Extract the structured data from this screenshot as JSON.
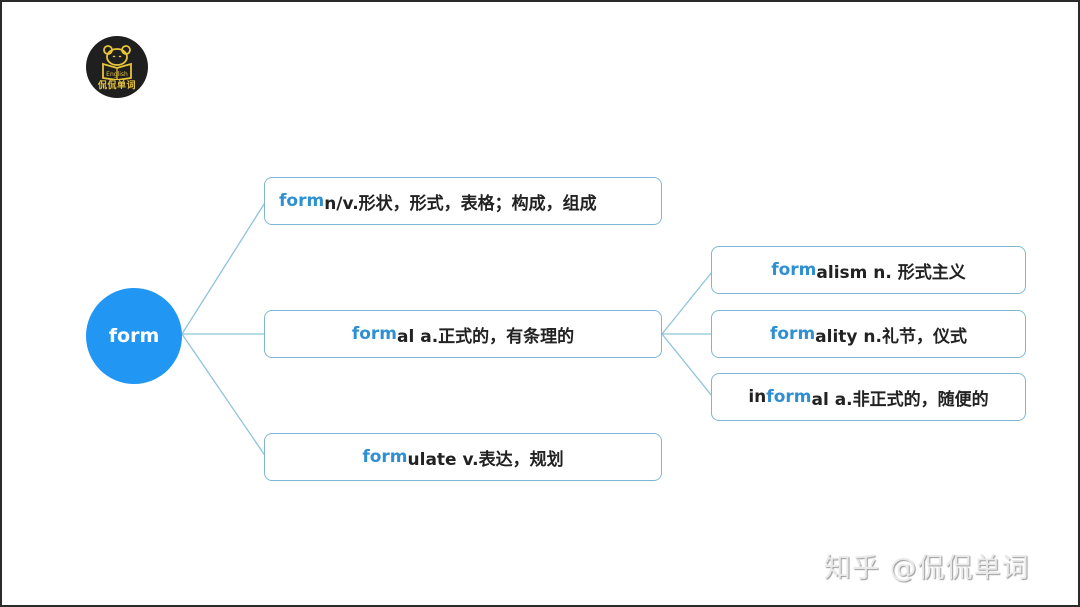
{
  "logo": {
    "badge_text": "English",
    "caption": "侃侃单词"
  },
  "mindmap": {
    "root": {
      "label": "form"
    },
    "level1": [
      {
        "highlight_prefix": "",
        "highlight": "form",
        "rest": " n/v.形状，形式，表格；构成，组成"
      },
      {
        "highlight_prefix": "",
        "highlight": "form",
        "rest": "al a.正式的，有条理的"
      },
      {
        "highlight_prefix": "",
        "highlight": "form",
        "rest": "ulate v.表达，规划"
      }
    ],
    "level2": [
      {
        "highlight_prefix": "",
        "highlight": "form",
        "rest": "alism n. 形式主义"
      },
      {
        "highlight_prefix": "",
        "highlight": "form",
        "rest": "ality n.礼节，仪式"
      },
      {
        "highlight_prefix": "in",
        "highlight": "form",
        "rest": "al a.非正式的，随便的"
      }
    ]
  },
  "colors": {
    "root_fill": "#2196f3",
    "highlight_text": "#2e8fd3",
    "node_border": "#7fb6d1",
    "connector": "#8fc3db"
  },
  "watermark": {
    "text": "知乎 @侃侃单词"
  }
}
